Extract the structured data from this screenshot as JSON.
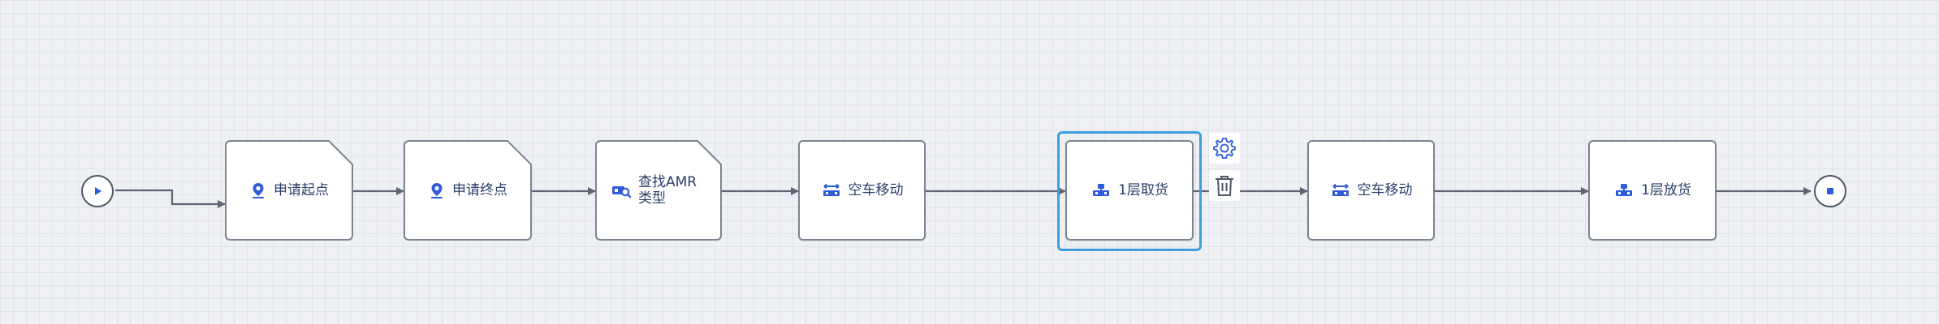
{
  "flow": {
    "start_icon": "play-icon",
    "end_icon": "stop-icon",
    "nodes": [
      {
        "label": "申请起点",
        "icon": "location-pin-icon"
      },
      {
        "label": "申请终点",
        "icon": "location-pin-icon"
      },
      {
        "label": "查找AMR类型",
        "icon": "search-robot-icon"
      },
      {
        "label": "空车移动",
        "icon": "move-cart-icon"
      },
      {
        "label": "1层取货",
        "icon": "pick-goods-icon"
      },
      {
        "label": "空车移动",
        "icon": "move-cart-icon"
      },
      {
        "label": "1层放货",
        "icon": "place-goods-icon"
      }
    ],
    "selected_node": "1层取货",
    "toolbar": {
      "settings_icon": "gear-icon",
      "delete_icon": "trash-icon"
    },
    "colors": {
      "accent": "#3b9fe0",
      "icon": "#2f5bd8",
      "edge": "#5d6472",
      "node_border": "#7c8491"
    }
  }
}
